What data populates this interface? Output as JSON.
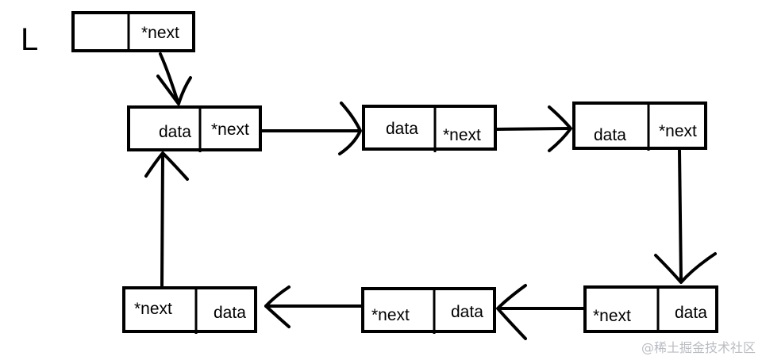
{
  "diagram": {
    "list_label": "L",
    "head_node": {
      "left_label": "",
      "right_label": "*next"
    },
    "nodes": [
      {
        "left_label": "data",
        "right_label": "*next"
      },
      {
        "left_label": "data",
        "right_label": "*next"
      },
      {
        "left_label": "data",
        "right_label": "*next"
      },
      {
        "left_label": "*next",
        "right_label": "data"
      },
      {
        "left_label": "*next",
        "right_label": "data"
      },
      {
        "left_label": "*next",
        "right_label": "data"
      }
    ],
    "watermark": "@稀土掘金技术社区",
    "colors": {
      "stroke": "#000000",
      "background": "#ffffff",
      "watermark": "#b9bcc3"
    }
  }
}
